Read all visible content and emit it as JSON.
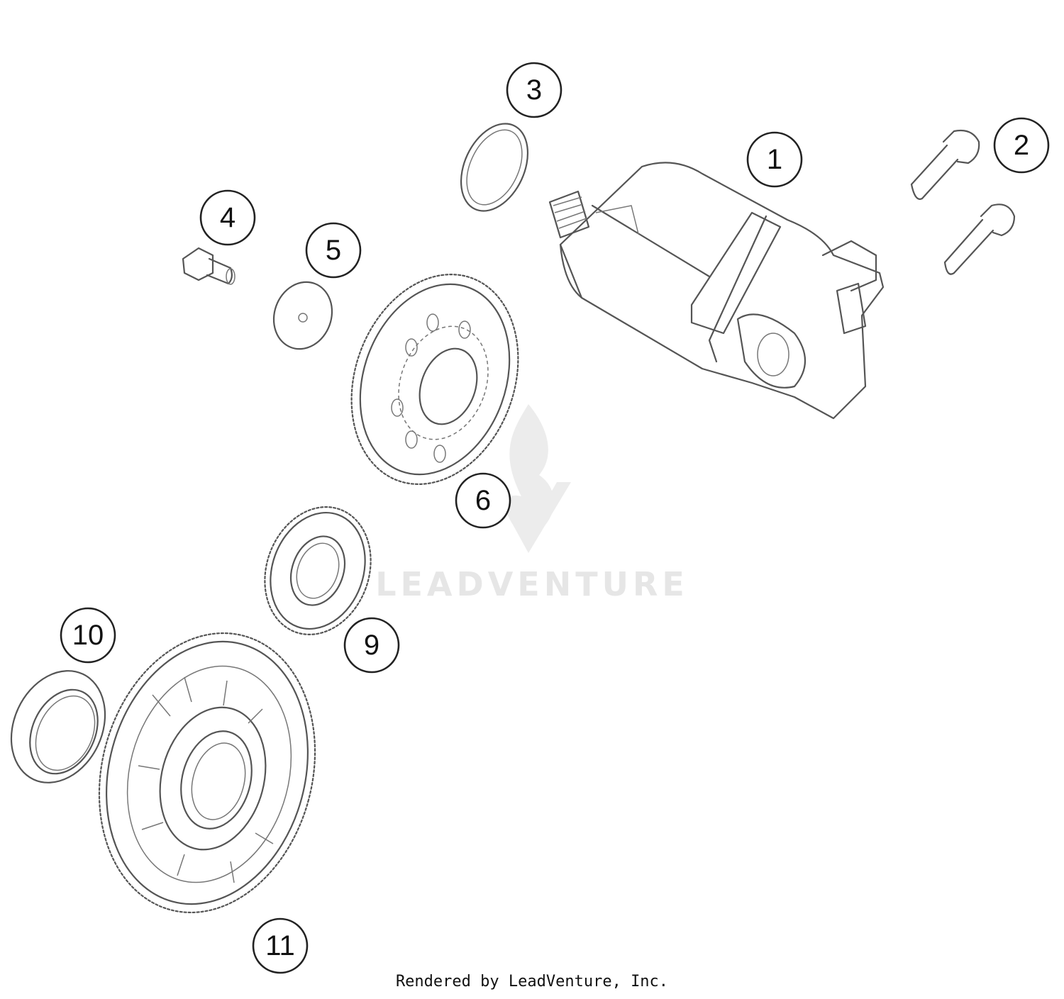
{
  "diagram": {
    "callouts": [
      {
        "id": "1",
        "label": "1"
      },
      {
        "id": "2",
        "label": "2"
      },
      {
        "id": "3",
        "label": "3"
      },
      {
        "id": "4",
        "label": "4"
      },
      {
        "id": "5",
        "label": "5"
      },
      {
        "id": "6",
        "label": "6"
      },
      {
        "id": "9",
        "label": "9"
      },
      {
        "id": "10",
        "label": "10"
      },
      {
        "id": "11",
        "label": "11"
      }
    ],
    "watermark": "LEADVENTURE"
  },
  "footer": {
    "text": "Rendered by LeadVenture, Inc."
  },
  "colors": {
    "line": "#555555",
    "callout_stroke": "#222222",
    "watermark": "#e6e6e6"
  }
}
